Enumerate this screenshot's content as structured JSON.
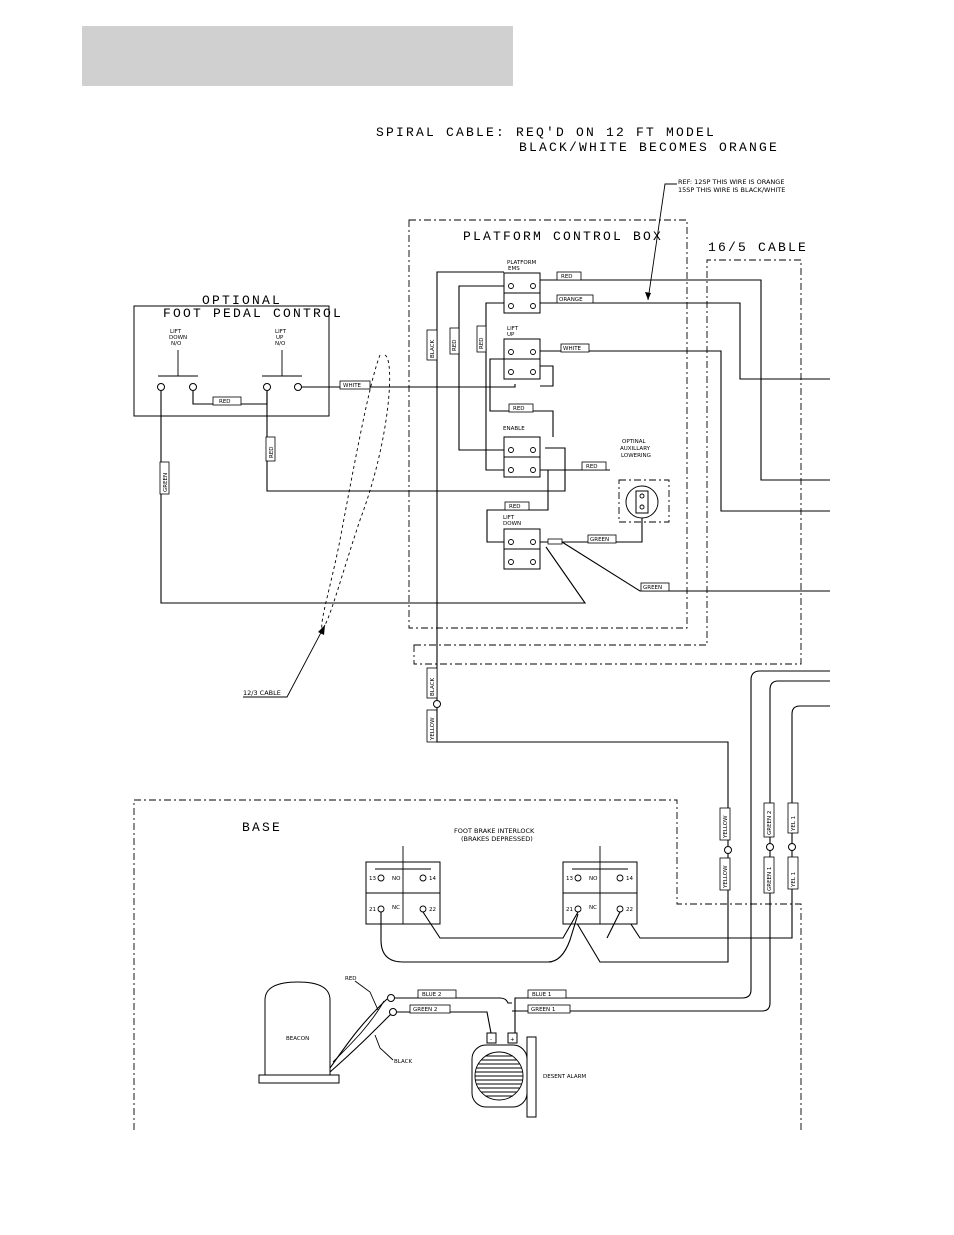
{
  "header_bar": {
    "color": "#d0d0d0"
  },
  "spiral_note": {
    "line1": "SPIRAL CABLE:  REQ'D ON 12 FT MODEL",
    "line2": "BLACK/WHITE BECOMES ORANGE"
  },
  "ref_note": {
    "line1": "REF: 12SP THIS WIRE IS ORANGE",
    "line2": "15SP THIS WIRE IS BLACK/WHITE"
  },
  "platform_box": {
    "title": "PLATFORM CONTROL BOX"
  },
  "cable_165": {
    "title": "16/5 CABLE"
  },
  "foot_pedal": {
    "title1": "OPTIONAL",
    "title2": "FOOT PEDAL CONTROL"
  },
  "switches": {
    "lift_down_no": [
      "LIFT",
      "DOWN",
      "N/O"
    ],
    "lift_up_no": [
      "LIFT",
      "UP",
      "N/O"
    ],
    "platform_ems": [
      "PLATFORM",
      "EMS"
    ],
    "lift_up": [
      "LIFT",
      "UP"
    ],
    "enable": "ENABLE",
    "lift_down": [
      "LIFT",
      "DOWN"
    ]
  },
  "aux": [
    "OPTINAL",
    "AUXILLARY",
    "LOWERING"
  ],
  "cable_123": "12/3 CABLE",
  "wires": {
    "red": "RED",
    "orange": "ORANGE",
    "white": "WHITE",
    "black": "BLACK",
    "green": "GREEN",
    "yellow": "YELLOW",
    "green2_v": "GREEN 2",
    "green1_v": "GREEN 1",
    "yel1": "YEL 1",
    "blue2": "BLUE 2",
    "blue1": "BLUE 1",
    "green2": "GREEN 2",
    "green1": "GREEN 1"
  },
  "base": {
    "title": "BASE"
  },
  "interlock": {
    "line1": "FOOT BRAKE INTERLOCK",
    "line2": "(BRAKES DEPRESSED)"
  },
  "terminals": {
    "t13": "13",
    "t14": "14",
    "t21": "21",
    "t22": "22",
    "no": "NO",
    "nc": "NC"
  },
  "beacon": {
    "label": "BEACON",
    "red": "RED",
    "black": "BLACK"
  },
  "alarm": {
    "label": "DESENT ALARM",
    "minus": "-",
    "plus": "+"
  }
}
